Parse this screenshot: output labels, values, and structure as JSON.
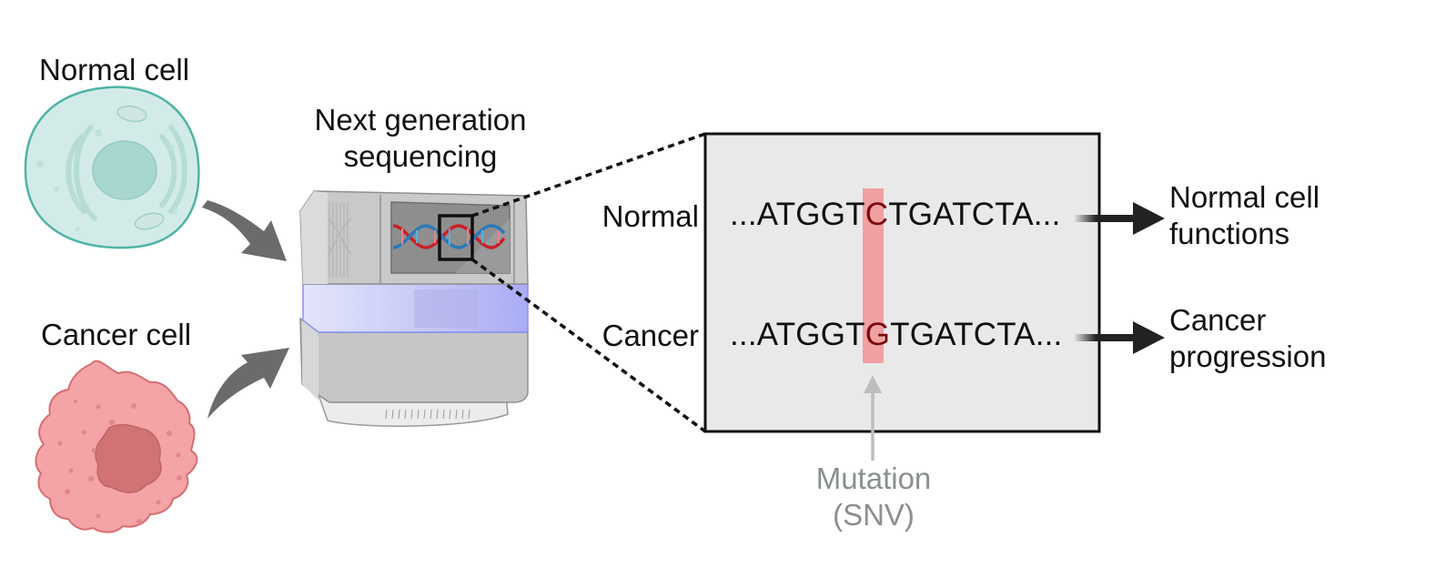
{
  "normal_cell": {
    "label": "Normal cell"
  },
  "cancer_cell": {
    "label": "Cancer cell"
  },
  "sequencer": {
    "label_line1": "Next generation",
    "label_line2": "sequencing"
  },
  "comparison": {
    "rows": [
      {
        "label": "Normal",
        "prefix": "...ATGGT",
        "base": "C",
        "suffix": "TGATCTA...",
        "outcome_line1": "Normal cell",
        "outcome_line2": "functions"
      },
      {
        "label": "Cancer",
        "prefix": "...ATGGT",
        "base": "G",
        "suffix": "TGATCTA...",
        "outcome_line1": "Cancer",
        "outcome_line2": "progression"
      }
    ],
    "mutation_label_line1": "Mutation",
    "mutation_label_line2": "(SNV)"
  },
  "colors": {
    "normal_cell_fill": "#d3ebe8",
    "normal_cell_stroke": "#4fb3a6",
    "cancer_cell_fill": "#f4a3a6",
    "cancer_nucleus": "#d17374",
    "highlight": "#f0a0a3",
    "panel_bg": "#e9e9e9"
  }
}
